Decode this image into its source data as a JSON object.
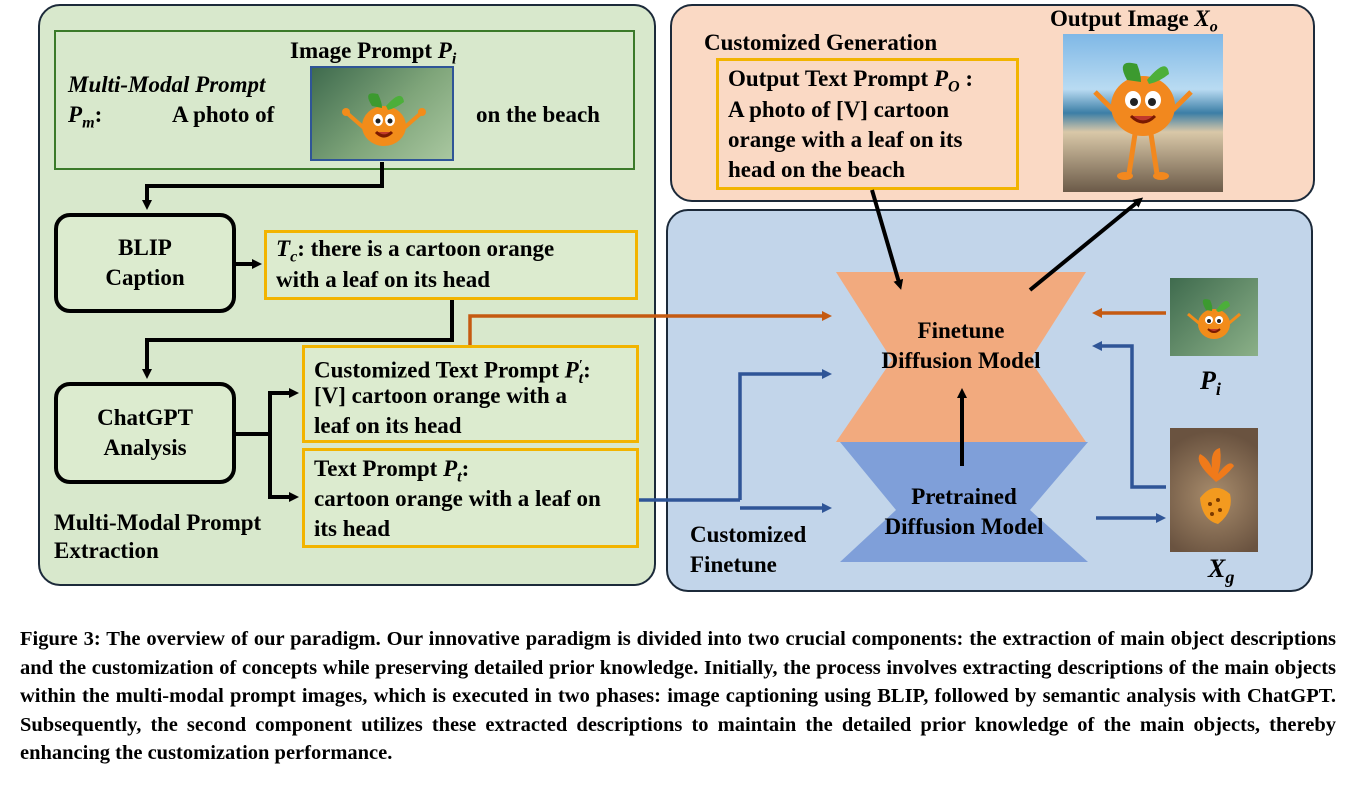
{
  "left_panel": {
    "image_prompt_title": "Image Prompt",
    "image_prompt_symbol": "P",
    "image_prompt_sub": "i",
    "mm_prompt_label": "Multi-Modal Prompt",
    "pm_symbol": "P",
    "pm_sub": "m",
    "pm_colon": ":",
    "a_photo_of": "A photo of",
    "on_the_beach": "on the beach",
    "blip_line1": "BLIP",
    "blip_line2": "Caption",
    "tc_symbol": "T",
    "tc_sub": "c",
    "tc_text": ": there is a cartoon orange",
    "tc_text2": "with a leaf on its head",
    "chatgpt_line1": "ChatGPT",
    "chatgpt_line2": "Analysis",
    "custom_prompt_title": "Customized Text Prompt",
    "custom_prompt_symbol": "P",
    "custom_prompt_sup": "′",
    "custom_prompt_sub": "t",
    "custom_prompt_line2": "[V] cartoon orange with a",
    "custom_prompt_line3": "leaf on its head",
    "text_prompt_title": "Text Prompt",
    "text_prompt_symbol": "P",
    "text_prompt_sub": "t",
    "text_prompt_line2": "cartoon orange with a leaf on",
    "text_prompt_line3": "its head",
    "extraction_line1": "Multi-Modal Prompt",
    "extraction_line2": "Extraction"
  },
  "top_right_panel": {
    "title": "Customized Generation",
    "output_prompt_title": "Output Text Prompt",
    "output_prompt_symbol": "P",
    "output_prompt_sub": "O",
    "output_prompt_line2": "A photo of [V] cartoon",
    "output_prompt_line3": "orange with a leaf on its",
    "output_prompt_line4": "head on the beach",
    "output_image_title": "Output Image",
    "output_image_symbol": "X",
    "output_image_sub": "o"
  },
  "bottom_right_panel": {
    "finetune_line1": "Finetune",
    "finetune_line2": "Diffusion Model",
    "pretrained_line1": "Pretrained",
    "pretrained_line2": "Diffusion Model",
    "customized_line1": "Customized",
    "customized_line2": "Finetune",
    "pi_symbol": "P",
    "pi_sub": "i",
    "xg_symbol": "X",
    "xg_sub": "g"
  },
  "caption": "Figure 3: The overview of our paradigm. Our innovative paradigm is divided into two crucial components: the extraction of main object descriptions and the customization of concepts while preserving detailed prior knowledge. Initially, the process involves extracting descriptions of the main objects within the multi-modal prompt images, which is executed in two phases: image captioning using BLIP, followed by semantic analysis with ChatGPT. Subsequently, the second component utilizes these extracted descriptions to maintain the detailed prior knowledge of the main objects, thereby enhancing the customization performance.",
  "colors": {
    "green_panel": "#d8e8cc",
    "peach_panel": "#fad9c4",
    "blue_panel": "#c2d5ea",
    "yellow_border": "#f2b400",
    "green_border": "#3b7a2a",
    "finetune_fill": "#f2aa7e",
    "pretrained_fill": "#7f9fd9",
    "orange_arrow": "#c55a11",
    "blue_arrow": "#2f5597"
  }
}
